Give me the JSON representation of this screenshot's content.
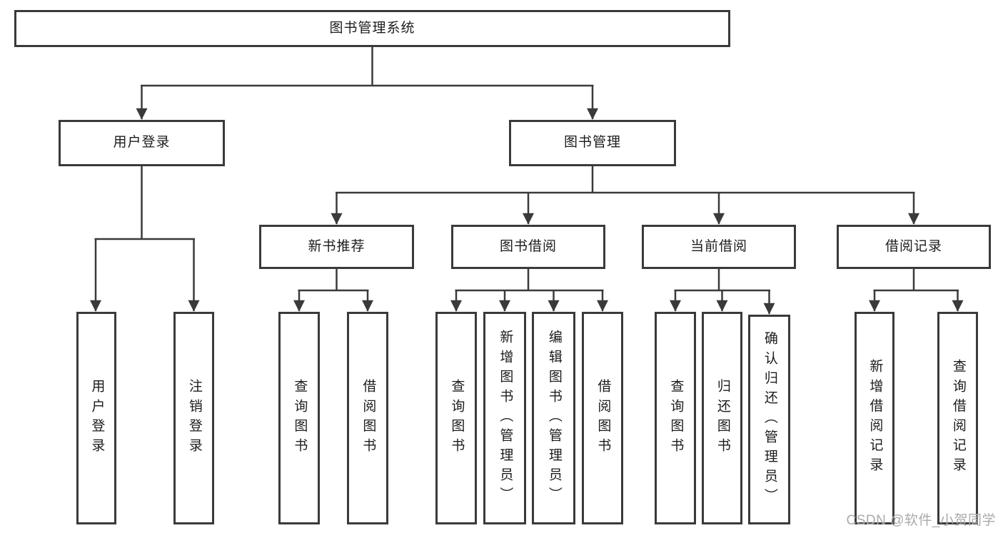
{
  "tree": {
    "root": "图书管理系统",
    "level2": [
      "用户登录",
      "图书管理"
    ],
    "level3": [
      "新书推荐",
      "图书借阅",
      "当前借阅",
      "借阅记录"
    ],
    "leaves": {
      "user_login": [
        "用户登录",
        "注销登录"
      ],
      "new_book": [
        "查询图书",
        "借阅图书"
      ],
      "borrow": [
        "查询图书",
        "新增图书（管理员）",
        "编辑图书（管理员）",
        "借阅图书"
      ],
      "current": [
        "查询图书",
        "归还图书",
        "确认归还（管理员）"
      ],
      "records": [
        "新增借阅记录",
        "查询借阅记录"
      ]
    }
  },
  "watermark": {
    "text": "CSDN @软件_小贺同学"
  },
  "colors": {
    "line": "#3a3a3a",
    "box_border": "#3a3a3a",
    "box_bg": "#ffffff",
    "text": "#1c1c1c",
    "watermark": "#9e9e9e"
  }
}
